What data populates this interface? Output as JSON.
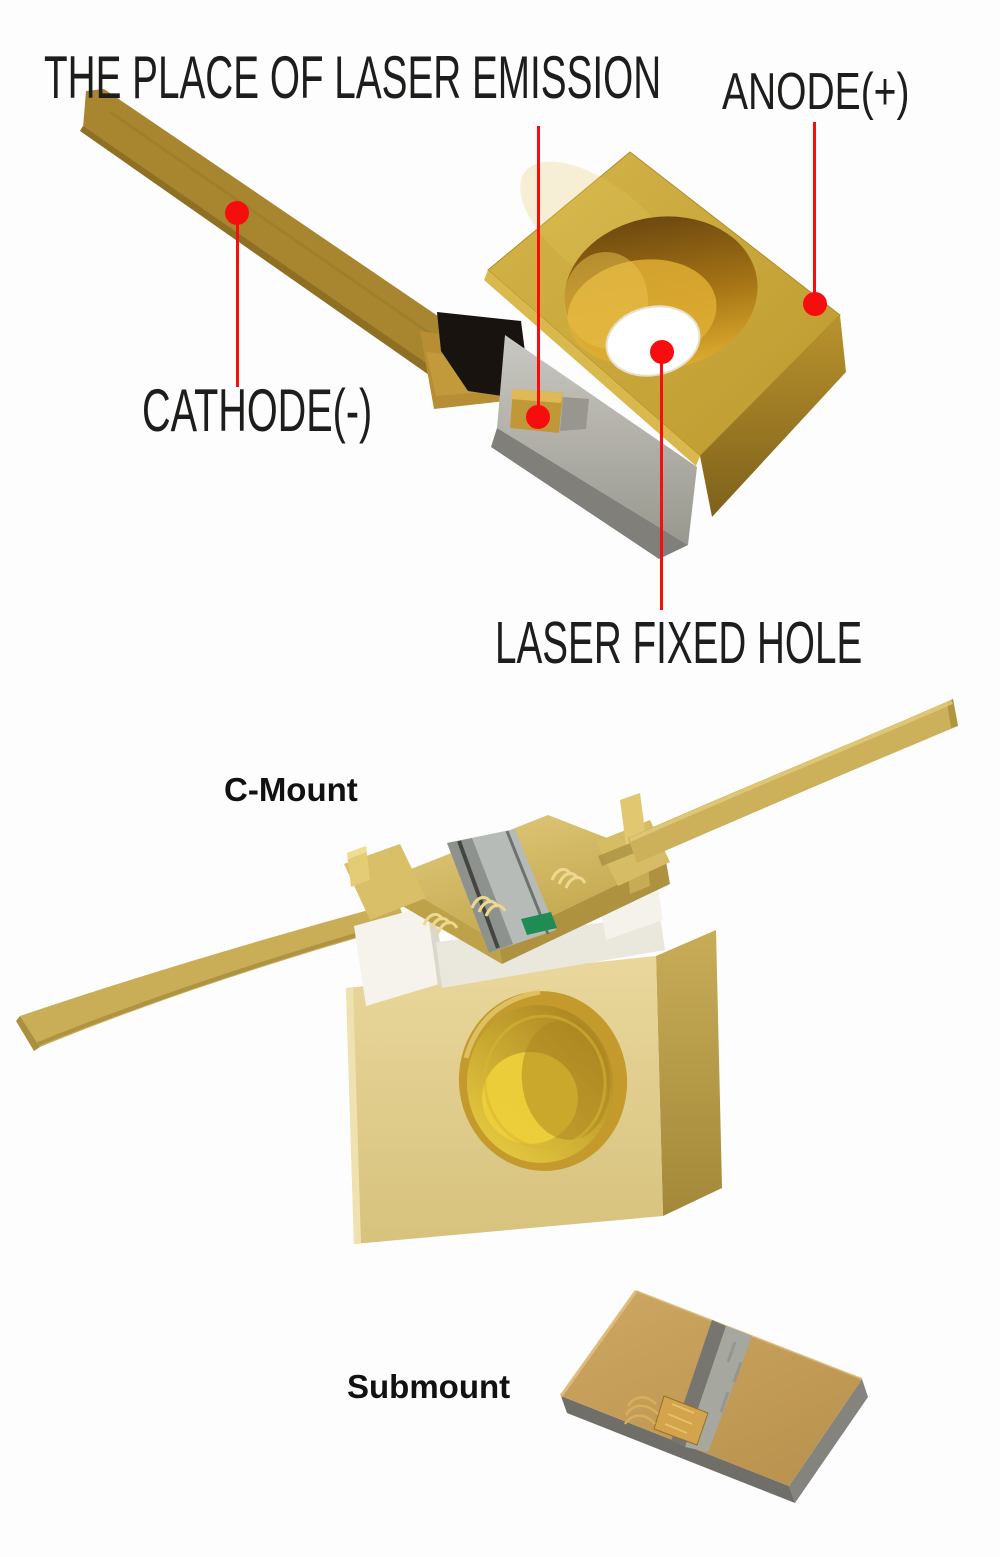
{
  "figure": {
    "background": "#FDFDFD",
    "accent_red": "#F70D0D",
    "label_text_color": "#1D1D1B",
    "gold_color": "#C9A53E"
  },
  "callouts": [
    {
      "id": "emission",
      "label": "THE PLACE OF LASER EMISSION"
    },
    {
      "id": "anode",
      "label": "ANODE(+)"
    },
    {
      "id": "cathode",
      "label": "CATHODE(-)"
    },
    {
      "id": "fixed_hole",
      "label": "LASER FIXED HOLE"
    }
  ],
  "captions": [
    {
      "id": "c_mount",
      "label": "C-Mount"
    },
    {
      "id": "submount",
      "label": "Submount"
    }
  ]
}
